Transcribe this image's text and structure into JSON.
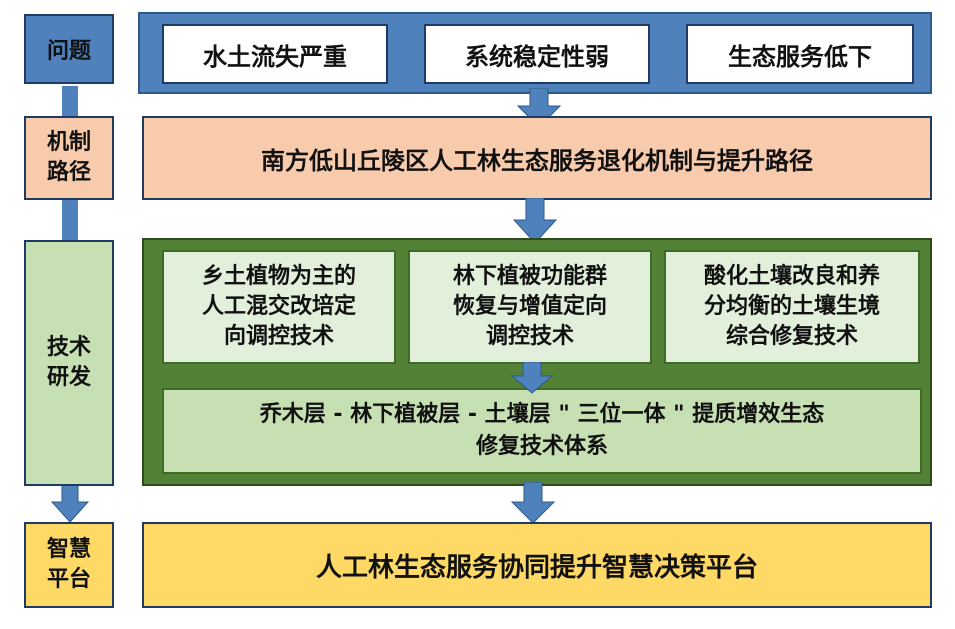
{
  "colors": {
    "blue": "#4f81bd",
    "peach": "#f8cbad",
    "dark_green": "#538135",
    "light_green": "#c6e0b4",
    "pale_green": "#e2efda",
    "yellow": "#ffd966"
  },
  "labels": {
    "problem": "问题",
    "mechanism": [
      "机制",
      "路径"
    ],
    "tech": [
      "技术",
      "研发"
    ],
    "platform": [
      "智慧",
      "平台"
    ]
  },
  "problems": [
    "水土流失严重",
    "系统稳定性弱",
    "生态服务低下"
  ],
  "mechanism": "南方低山丘陵区人工林生态服务退化机制与提升路径",
  "tech_items": [
    [
      "乡土植物为主的",
      "人工混交改培定",
      "向调控技术"
    ],
    [
      "林下植被功能群",
      "恢复与增值定向",
      "调控技术"
    ],
    [
      "酸化土壤改良和养",
      "分均衡的土壤生境",
      "综合修复技术"
    ]
  ],
  "system": [
    "乔木层 - 林下植被层 - 土壤层 \" 三位一体 \" 提质增效生态",
    "修复技术体系"
  ],
  "platform": "人工林生态服务协同提升智慧决策平台"
}
